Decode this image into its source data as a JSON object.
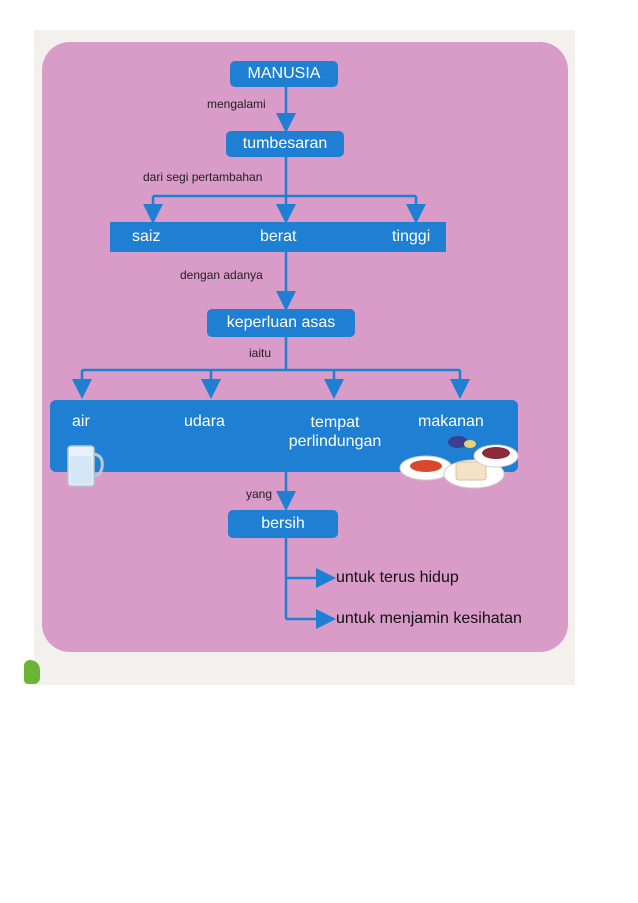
{
  "diagram": {
    "root": "MANUSIA",
    "edge_1": "mengalami",
    "growth": "tumbesaran",
    "edge_2": "dari segi pertambahan",
    "growth_aspects": [
      "saiz",
      "berat",
      "tinggi"
    ],
    "edge_3": "dengan adanya",
    "needs_node": "keperluan asas",
    "edge_4": "iaitu",
    "needs": [
      "air",
      "udara",
      "tempat perlindungan",
      "makanan"
    ],
    "edge_5": "yang",
    "quality": "bersih",
    "outcomes": [
      "untuk terus hidup",
      "untuk menjamin kesihatan"
    ],
    "colors": {
      "panel": "#d99bc7",
      "node": "#1e7fd3",
      "line": "#1e7fd3"
    },
    "icons": [
      "glass-of-water-icon",
      "food-plates-icon"
    ]
  }
}
